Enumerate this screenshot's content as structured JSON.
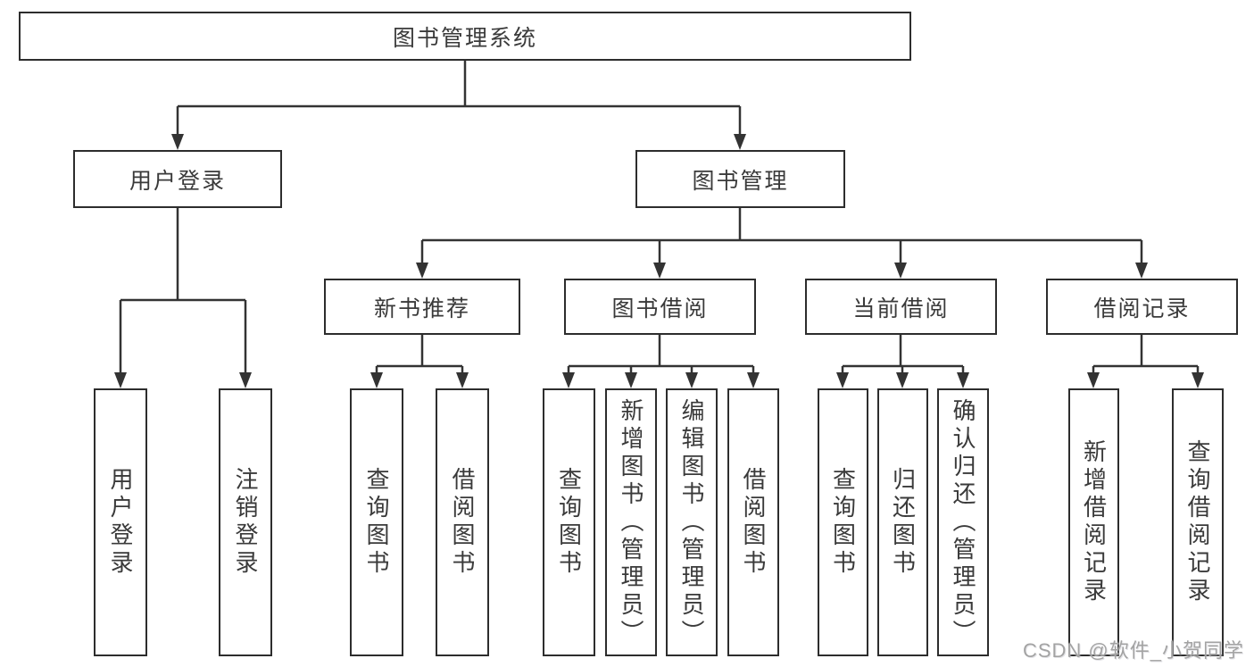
{
  "title": "图书管理系统",
  "watermark": "CSDN @软件_小贺同学",
  "colors": {
    "line": "#333333",
    "box_border": "#2d2d2d",
    "box_background": "#ffffff",
    "text": "#3a3a3a",
    "watermark": "#a3a3a3"
  },
  "branches": [
    {
      "label": "用户登录",
      "leaves": [
        "用户登录",
        "注销登录"
      ]
    },
    {
      "label": "图书管理",
      "groups": [
        {
          "label": "新书推荐",
          "leaves": [
            "查询图书",
            "借阅图书"
          ]
        },
        {
          "label": "图书借阅",
          "leaves": [
            "查询图书",
            "新增图书（管理员）",
            "编辑图书（管理员）",
            "借阅图书"
          ]
        },
        {
          "label": "当前借阅",
          "leaves": [
            "查询图书",
            "归还图书",
            "确认归还（管理员）"
          ]
        },
        {
          "label": "借阅记录",
          "leaves": [
            "新增借阅记录",
            "查询借阅记录"
          ]
        }
      ]
    }
  ]
}
